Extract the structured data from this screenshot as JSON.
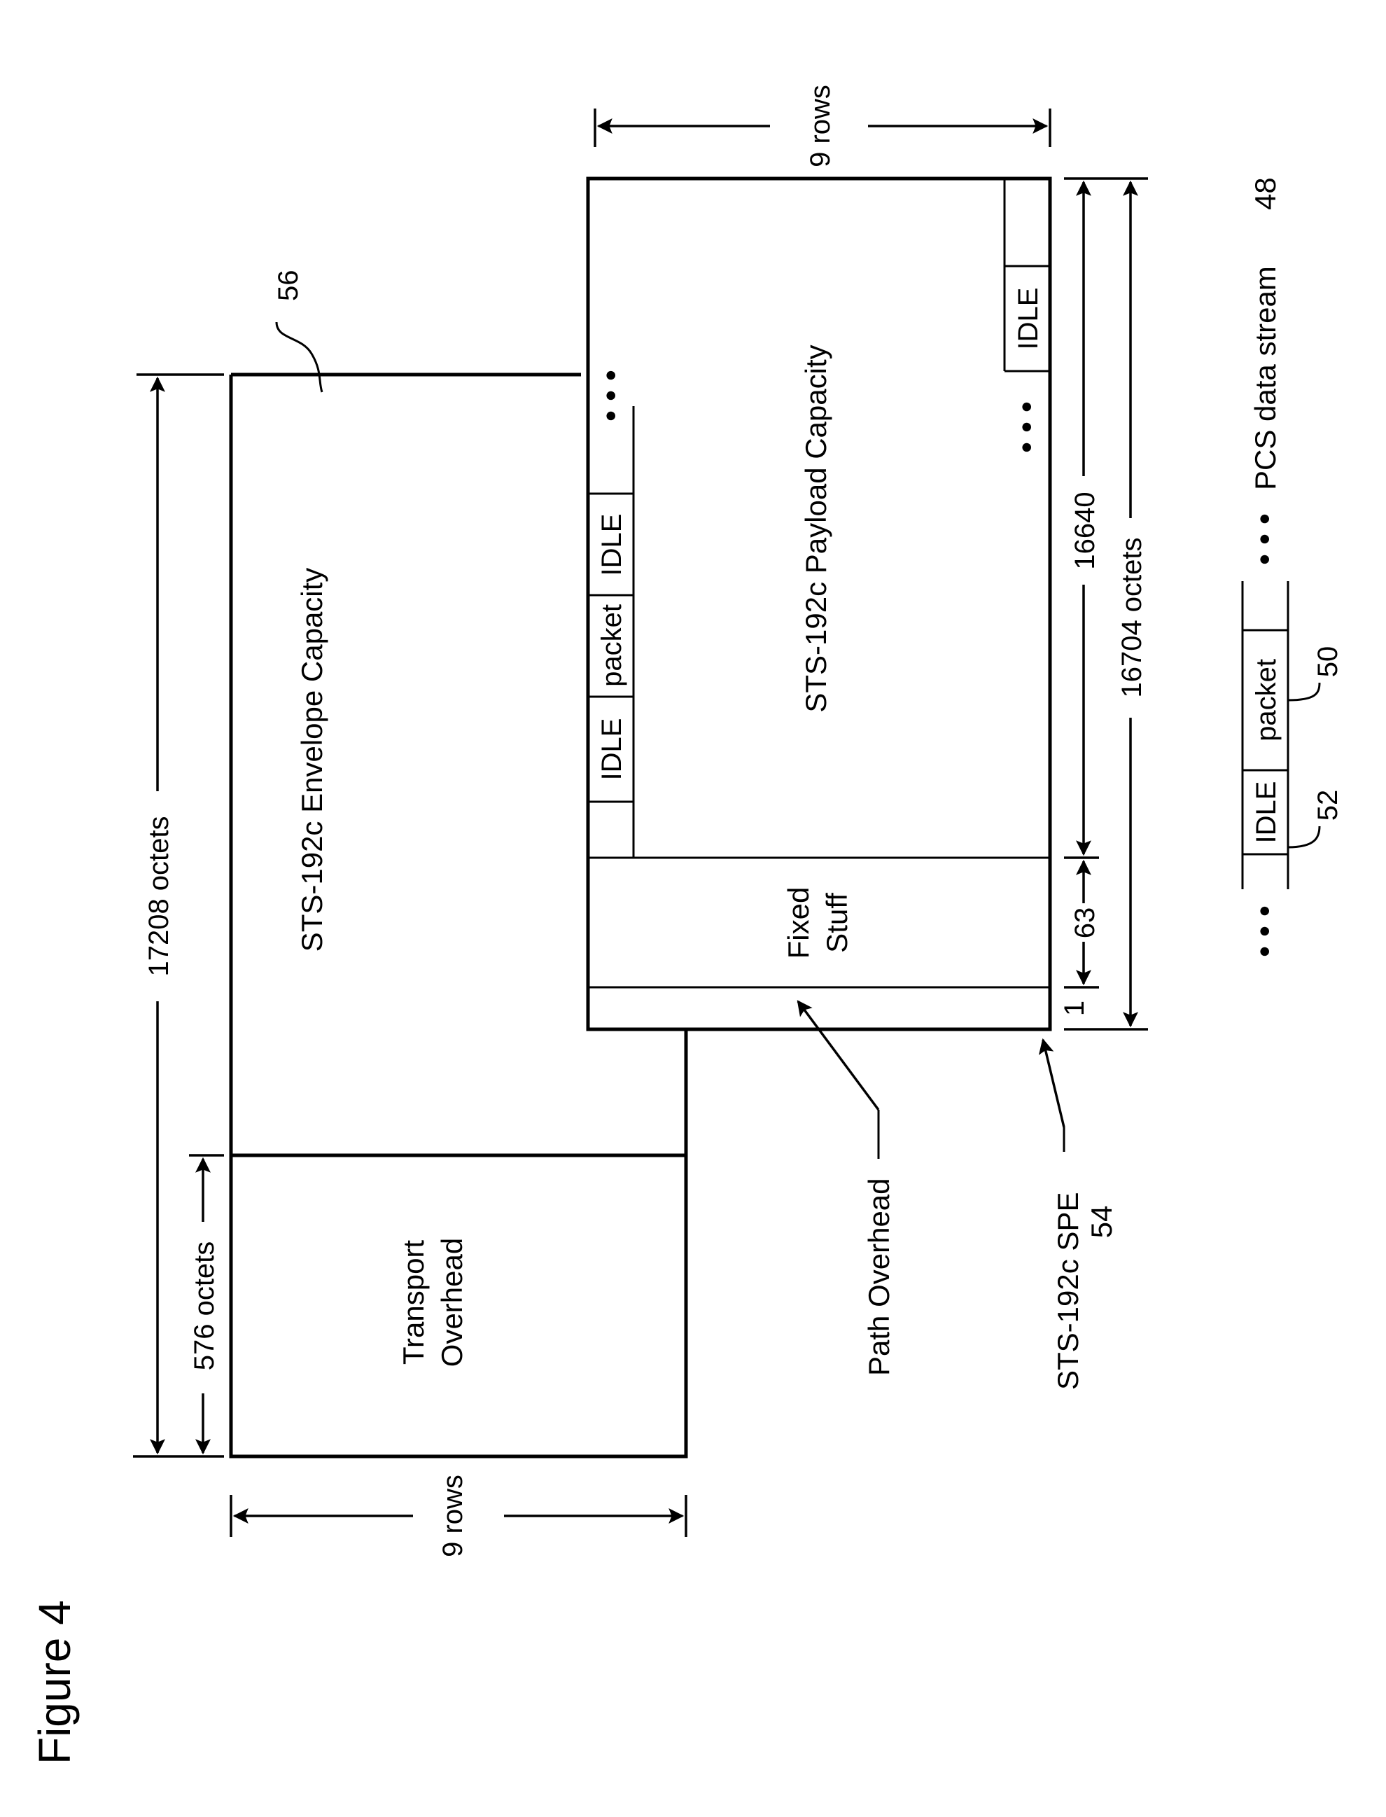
{
  "figure": {
    "title": "Figure 4"
  },
  "transport": {
    "box_label_line1": "Transport",
    "box_label_line2": "Overhead",
    "rows_label": "9 rows",
    "width_label": "576 octets"
  },
  "envelope": {
    "box_label": "STS-192c Envelope Capacity",
    "total_label": "17208  octets",
    "ref_number": "56"
  },
  "spe": {
    "payload_label": "STS-192c Payload Capacity",
    "fixed_stuff_line1": "Fixed",
    "fixed_stuff_line2": "Stuff",
    "rows_label": "9 rows",
    "dim_1": "1",
    "dim_63": "63",
    "dim_16640": "16640",
    "total_label": "16704 octets",
    "path_overhead_label": "Path Overhead",
    "spe_label": "STS-192c SPE",
    "spe_ref": "54",
    "seq_idle_1": "IDLE",
    "seq_packet": "packet",
    "seq_idle_2": "IDLE",
    "seq_idle_3": "IDLE",
    "dots": "•  •  •"
  },
  "pcs": {
    "idle_label": "IDLE",
    "packet_label": "packet",
    "idle_ref": "52",
    "packet_ref": "50",
    "stream_label": "PCS data stream",
    "stream_ref": "48",
    "dots": "•  •  •"
  }
}
